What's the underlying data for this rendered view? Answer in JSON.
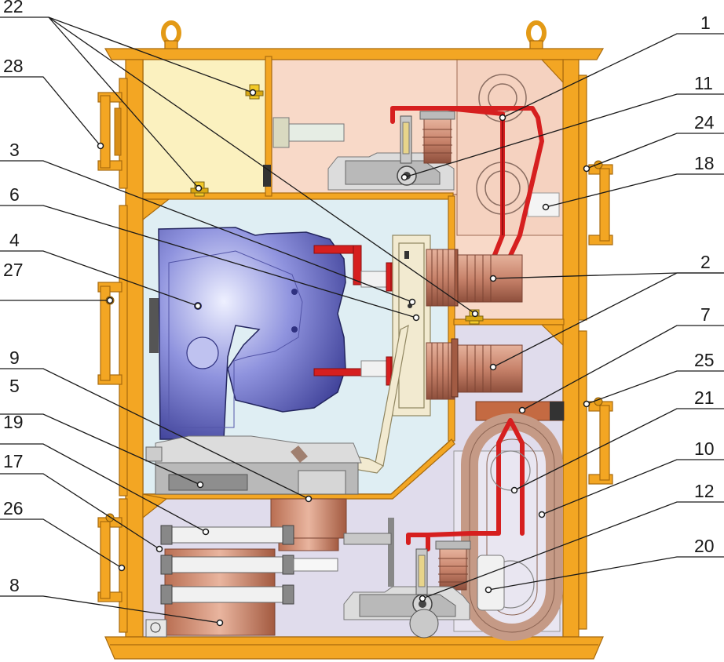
{
  "labels": {
    "left": [
      {
        "id": "22",
        "text": "22"
      },
      {
        "id": "28",
        "text": "28"
      },
      {
        "id": "3",
        "text": "3"
      },
      {
        "id": "6",
        "text": "6"
      },
      {
        "id": "4",
        "text": "4"
      },
      {
        "id": "27",
        "text": "27"
      },
      {
        "id": "9",
        "text": "9"
      },
      {
        "id": "5",
        "text": "5"
      },
      {
        "id": "19",
        "text": "19"
      },
      {
        "id": "17",
        "text": "17"
      },
      {
        "id": "26",
        "text": "26"
      },
      {
        "id": "8",
        "text": "8"
      }
    ],
    "right": [
      {
        "id": "1",
        "text": "1"
      },
      {
        "id": "11",
        "text": "11"
      },
      {
        "id": "24",
        "text": "24"
      },
      {
        "id": "18",
        "text": "18"
      },
      {
        "id": "2",
        "text": "2"
      },
      {
        "id": "7",
        "text": "7"
      },
      {
        "id": "25",
        "text": "25"
      },
      {
        "id": "21",
        "text": "21"
      },
      {
        "id": "10",
        "text": "10"
      },
      {
        "id": "12",
        "text": "12"
      },
      {
        "id": "20",
        "text": "20"
      }
    ]
  },
  "colors": {
    "frame": "#f3a623",
    "relay_compartment": "#fbf1bf",
    "busbar_compartment": "#f8d9c8",
    "breaker_compartment": "#dfeef3",
    "cable_compartment": "#e0dcec",
    "copper_busbar": "#d61f1f",
    "insulator": "#c8836b",
    "breaker_body": "#5b5fb8"
  }
}
